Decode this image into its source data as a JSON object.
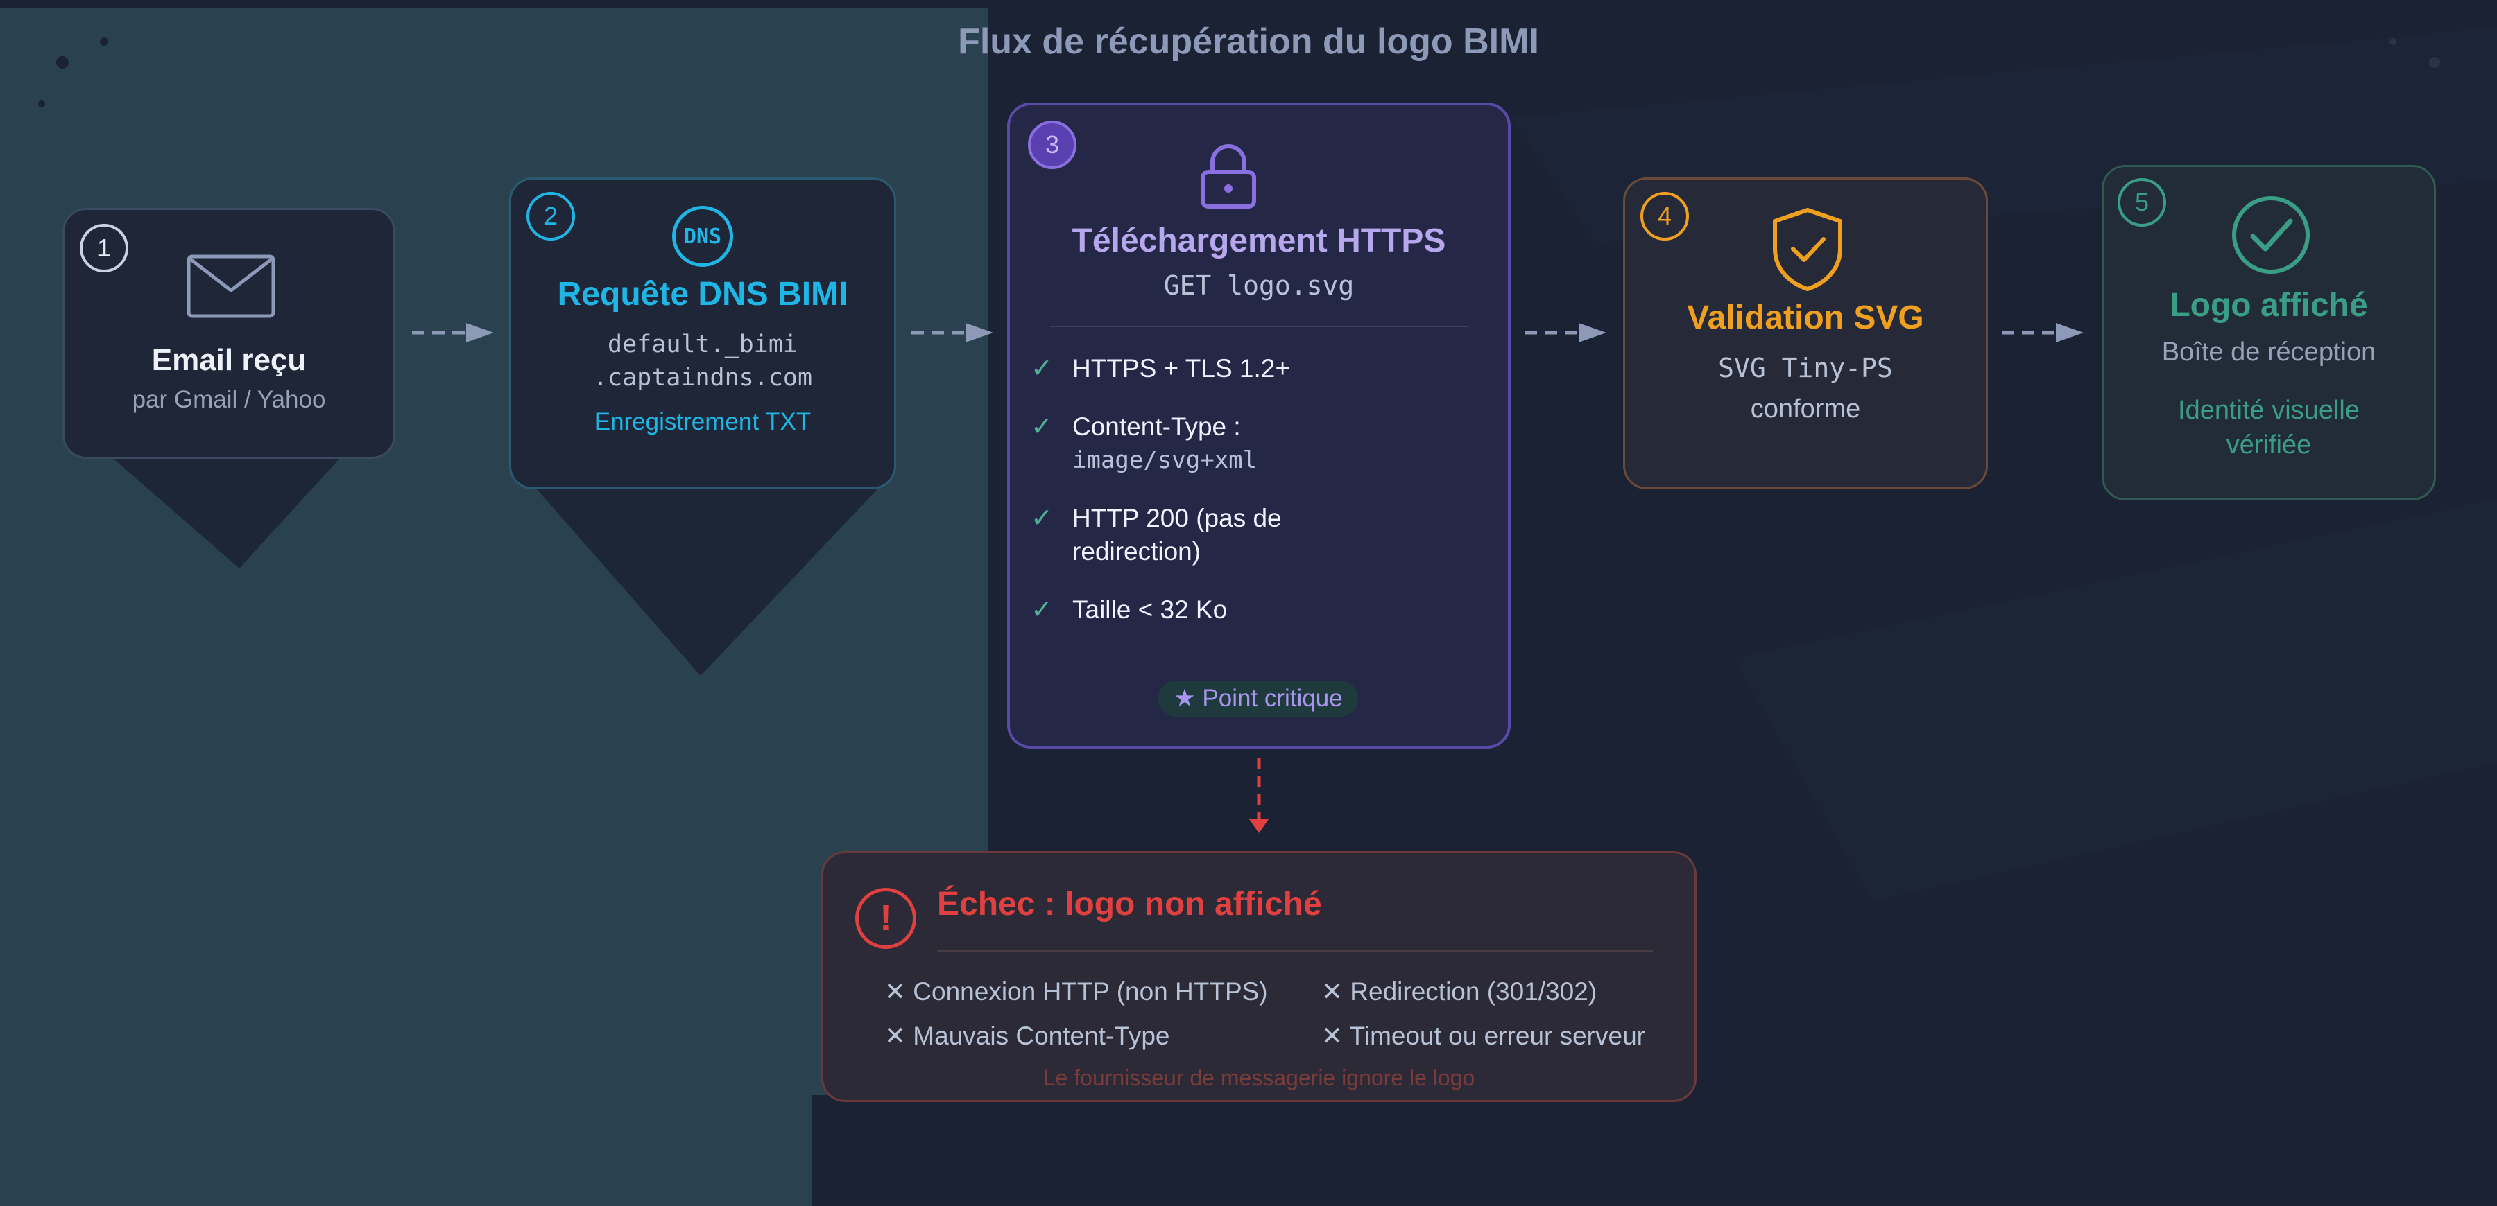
{
  "title": "Flux de récupération du logo BIMI",
  "colors": {
    "step1": "#8c9ab8",
    "step2": "#1fb6e5",
    "step3": "#8a6fe0",
    "step4": "#f0a020",
    "step5": "#3a9e86",
    "failure": "#e0403f"
  },
  "steps": [
    {
      "number": "1",
      "icon": "envelope-icon",
      "title": "Email reçu",
      "subtitle": "par Gmail / Yahoo"
    },
    {
      "number": "2",
      "icon": "dns-icon",
      "icon_text": "DNS",
      "title": "Requête DNS BIMI",
      "line1": "default._bimi",
      "line2": ".captaindns.com",
      "note": "Enregistrement TXT"
    },
    {
      "number": "3",
      "icon": "lock-icon",
      "title": "Téléchargement HTTPS",
      "subtitle": "GET logo.svg",
      "checks": [
        "HTTPS + TLS 1.2+",
        "Content-Type :",
        "image/svg+xml",
        "HTTP 200 (pas de",
        "redirection)",
        "Taille < 32 Ko"
      ],
      "tag": "★ Point critique"
    },
    {
      "number": "4",
      "icon": "shield-check-icon",
      "title": "Validation SVG",
      "line1": "SVG Tiny-PS",
      "line2": "conforme"
    },
    {
      "number": "5",
      "icon": "check-circle-icon",
      "title": "Logo affiché",
      "subtitle": "Boîte de réception",
      "note1": "Identité visuelle",
      "note2": "vérifiée"
    }
  ],
  "failure": {
    "icon": "exclamation-icon",
    "icon_text": "!",
    "title": "Échec : logo non affiché",
    "items": [
      "Connexion HTTP (non HTTPS)",
      "Redirection (301/302)",
      "Mauvais Content-Type",
      "Timeout ou erreur serveur"
    ],
    "footer": "Le fournisseur de messagerie ignore le logo"
  }
}
